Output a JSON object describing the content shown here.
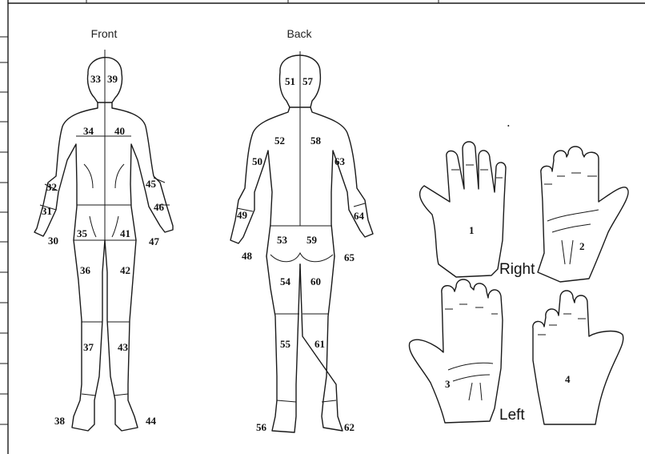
{
  "views": {
    "front": "Front",
    "back": "Back"
  },
  "hand_sides": {
    "right": "Right",
    "left": "Left"
  },
  "regions": {
    "r33": "33",
    "r39": "39",
    "r34": "34",
    "r40": "40",
    "r32": "32",
    "r31": "31",
    "r30": "30",
    "r45": "45",
    "r46": "46",
    "r47": "47",
    "r35": "35",
    "r41": "41",
    "r36": "36",
    "r42": "42",
    "r37": "37",
    "r43": "43",
    "r38": "38",
    "r44": "44",
    "r51": "51",
    "r57": "57",
    "r52": "52",
    "r58": "58",
    "r50": "50",
    "r49": "49",
    "r48": "48",
    "r63": "63",
    "r64": "64",
    "r65": "65",
    "r53": "53",
    "r59": "59",
    "r54": "54",
    "r60": "60",
    "r55": "55",
    "r61": "61",
    "r56": "56",
    "r62": "62"
  },
  "hands": {
    "h1": "1",
    "h2": "2",
    "h3": "3",
    "h4": "4"
  }
}
